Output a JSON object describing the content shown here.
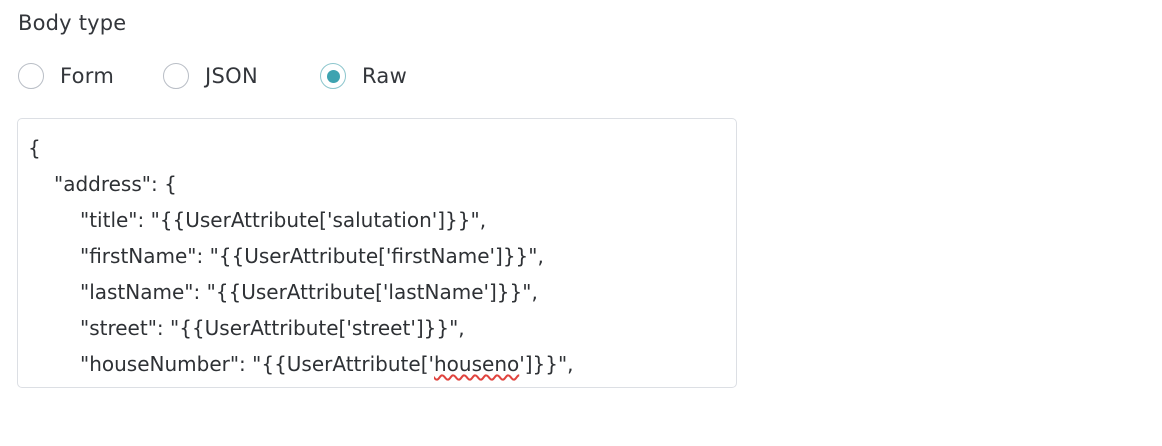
{
  "body_type": {
    "label": "Body type",
    "options": [
      {
        "label": "Form",
        "selected": false
      },
      {
        "label": "JSON",
        "selected": false
      },
      {
        "label": "Raw",
        "selected": true
      }
    ]
  },
  "editor": {
    "lines": [
      "{",
      "\"address\": {",
      "\"title\": \"{{UserAttribute['salutation']}}\",",
      "\"firstName\": \"{{UserAttribute['firstName']}}\",",
      "\"lastName\": \"{{UserAttribute['lastName']}}\",",
      "\"street\": \"{{UserAttribute['street']}}\","
    ],
    "last_line": {
      "before": "\"houseNumber\": \"{{UserAttribute['",
      "misspelled": "houseno",
      "after": "']}}\","
    }
  },
  "colors": {
    "accent": "#3ea3b0",
    "border": "#dcdfe4",
    "spellcheck": "#e0433e"
  }
}
